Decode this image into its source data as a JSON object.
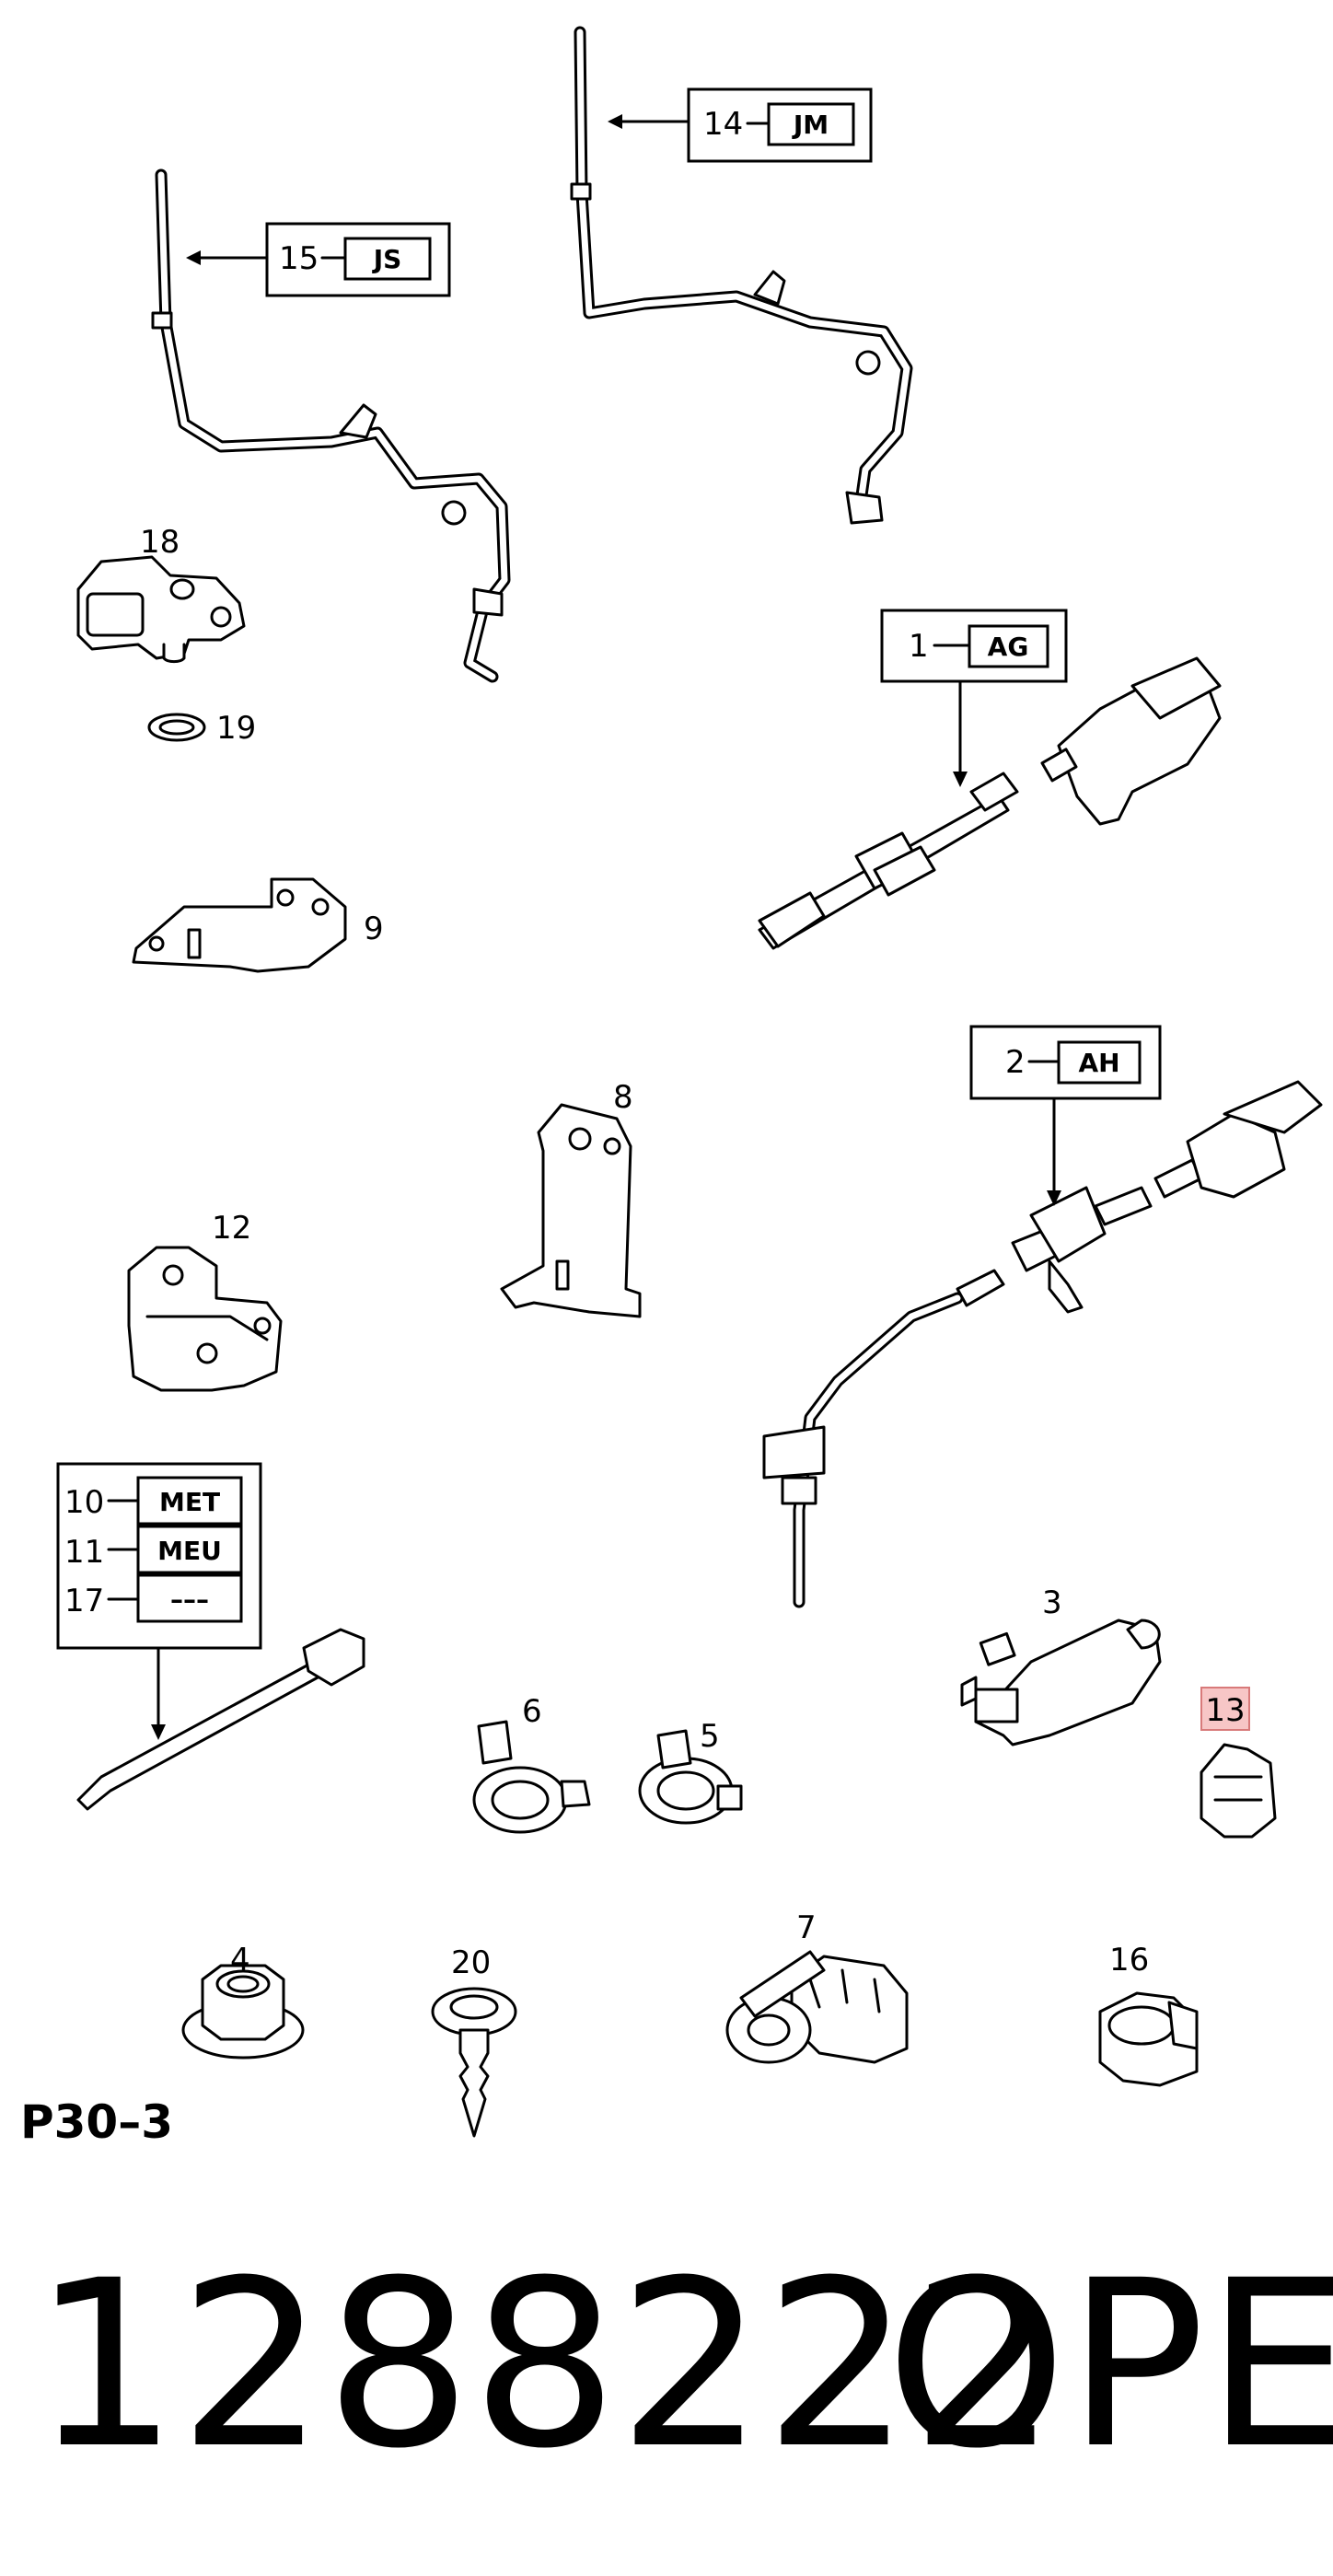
{
  "page_code": "P30–3",
  "part_number": "1288222",
  "brand": "OPEL",
  "callouts": [
    {
      "num": "14",
      "code": "JM"
    },
    {
      "num": "15",
      "code": "JS"
    },
    {
      "num": "1",
      "code": "AG"
    },
    {
      "num": "2",
      "code": "AH"
    }
  ],
  "multi_callout": [
    {
      "num": "10",
      "code": "MET"
    },
    {
      "num": "11",
      "code": "MEU"
    },
    {
      "num": "17",
      "code": "–––"
    }
  ],
  "labels": {
    "n18": "18",
    "n19": "19",
    "n9": "9",
    "n8": "8",
    "n12": "12",
    "n3": "3",
    "n13": "13",
    "n6": "6",
    "n5": "5",
    "n4": "4",
    "n20": "20",
    "n7": "7",
    "n16": "16"
  },
  "highlight_color": "#f7c6c6"
}
